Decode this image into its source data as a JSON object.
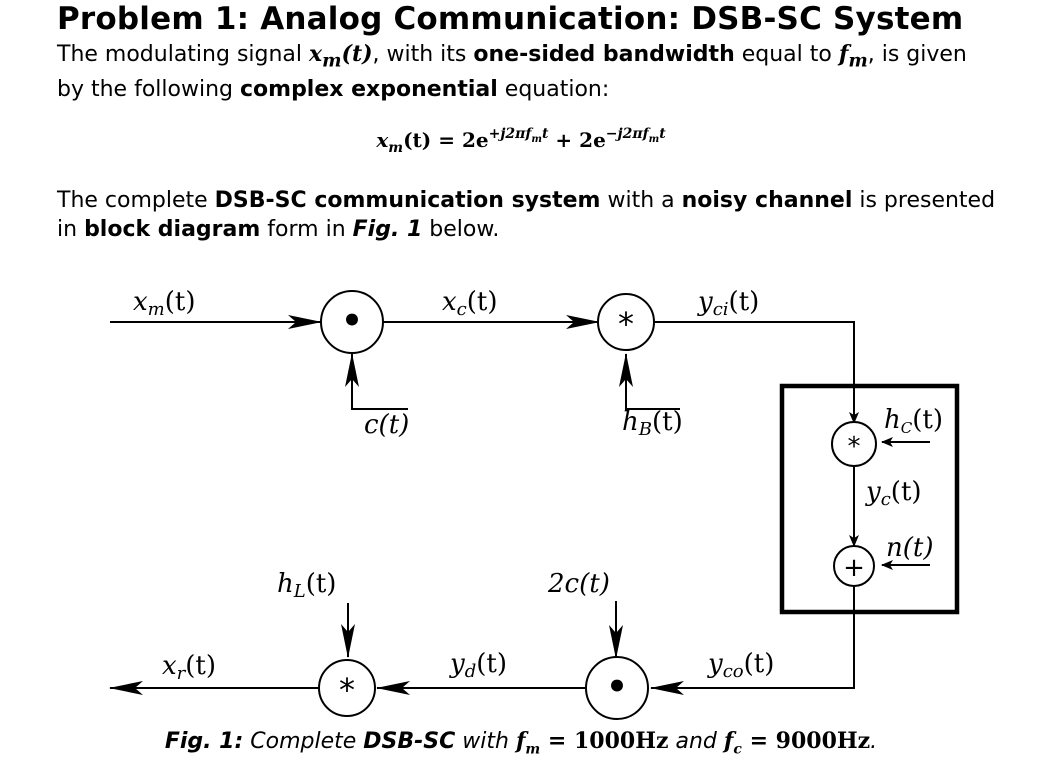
{
  "title": "Problem 1: Analog Communication: DSB-SC System",
  "intro": {
    "t1": "The modulating signal ",
    "sym_x": "x",
    "sym_m": "m",
    "sym_t": "(t)",
    "t2": ", with its ",
    "b1": "one-sided bandwidth",
    "t3": " equal to ",
    "sym_f": "f",
    "sym_fm_sub": "m",
    "t4": ", is given by the following ",
    "b2": "complex exponential",
    "t5": " equation:"
  },
  "equation": {
    "lhs_x": "x",
    "lhs_sub": "m",
    "lhs_t": "(t) = 2e",
    "exp1": "+j2πf",
    "exp1_sub": "m",
    "exp1_t": "t",
    "mid": " + 2e",
    "exp2": "−j2πf",
    "exp2_sub": "m",
    "exp2_t": "t"
  },
  "para2": {
    "t1": "The complete ",
    "b1": "DSB-SC communication system",
    "t2": " with a ",
    "b2": "noisy channel",
    "t3": " is presented in ",
    "b3": "block diagram",
    "t4": " form in ",
    "bi": "Fig. 1",
    "t5": " below."
  },
  "diagram": {
    "labels": {
      "xm": "x",
      "xm_sub": "m",
      "xm_t": "(t)",
      "xc": "x",
      "xc_sub": "c",
      "xc_t": "(t)",
      "yci": "y",
      "yci_sub": "ci",
      "yci_t": "(t)",
      "ct": "c(t)",
      "hb": "h",
      "hb_sub": "B",
      "hb_t": "(t)",
      "hc": "h",
      "hc_sub": "C",
      "hc_t": "(t)",
      "yc": "y",
      "yc_sub": "c",
      "yc_t": "(t)",
      "nt": "n(t)",
      "hl": "h",
      "hl_sub": "L",
      "hl_t": "(t)",
      "two_c": "2c(t)",
      "xr": "x",
      "xr_sub": "r",
      "xr_t": "(t)",
      "yd": "y",
      "yd_sub": "d",
      "yd_t": "(t)",
      "yco": "y",
      "yco_sub": "co",
      "yco_t": "(t)"
    },
    "ops": {
      "mult1": "•",
      "conv1": "*",
      "conv_channel": "*",
      "sum_noise": "+",
      "mult2": "•",
      "conv_lpf": "*"
    }
  },
  "caption": {
    "b1": "Fig. 1:",
    "t1": " Complete ",
    "b2": "DSB-SC",
    "t2": " with ",
    "fm_f": "f",
    "fm_sub": "m",
    "fm_val": " = 1000Hz",
    "t3": " and ",
    "fc_f": "f",
    "fc_sub": "c",
    "fc_val": " = 9000Hz",
    "end": "."
  }
}
